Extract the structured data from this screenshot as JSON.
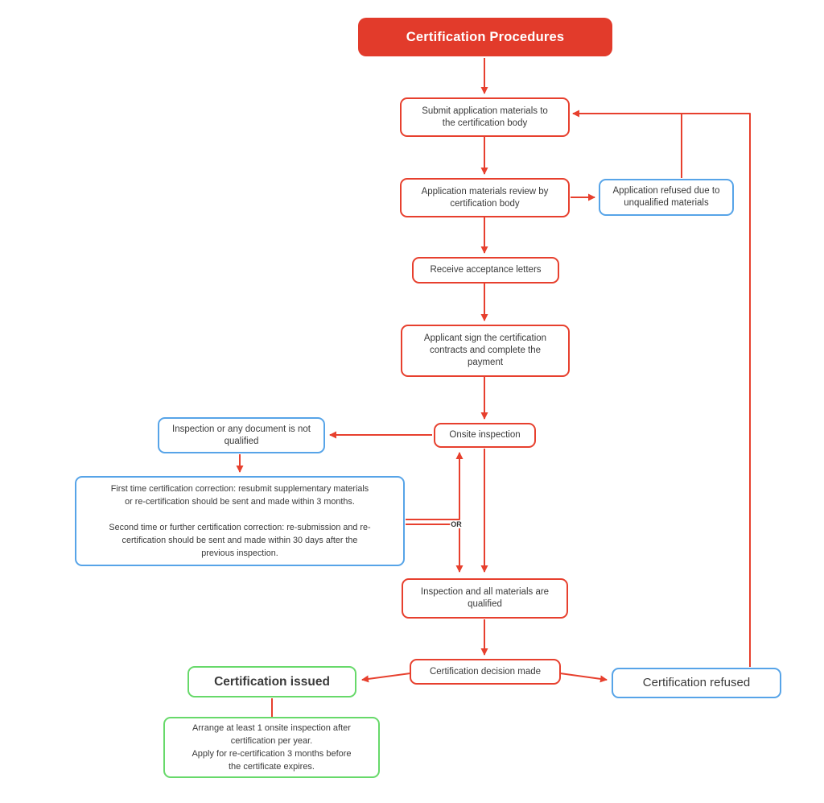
{
  "diagram": {
    "title": "Certification Procedures",
    "or_label": "OR",
    "colors": {
      "red_fill": "#e23b2b",
      "red_line": "#e7402e",
      "blue_border": "#57a4e8",
      "green_border": "#67d96a",
      "text": "#3a3a3a",
      "title_text": "#ffffff",
      "background": "#ffffff"
    },
    "nodes": {
      "submit": "Submit application materials to\nthe certification body",
      "review": "Application materials review by\ncertification body",
      "refused_materials": "Application refused due to\nunqualified materials",
      "receive": "Receive acceptance letters",
      "sign": "Applicant sign the certification\ncontracts and complete the\npayment",
      "onsite": "Onsite inspection",
      "not_qualified": "Inspection or any document is not\nqualified",
      "correction": "First time certification correction: resubmit supplementary materials\nor re-certification should be sent and made within 3 months.\n\nSecond time or further certification correction: re-submission and re-\ncertification should be sent and made within 30 days after the\nprevious inspection.",
      "qualified": "Inspection and all materials are\nqualified",
      "decision": "Certification decision made",
      "issued": "Certification issued",
      "cert_refused": "Certification refused",
      "post_cert": "Arrange at least 1 onsite inspection after\ncertification per year.\nApply for re-certification 3 months before\nthe certificate expires."
    }
  }
}
